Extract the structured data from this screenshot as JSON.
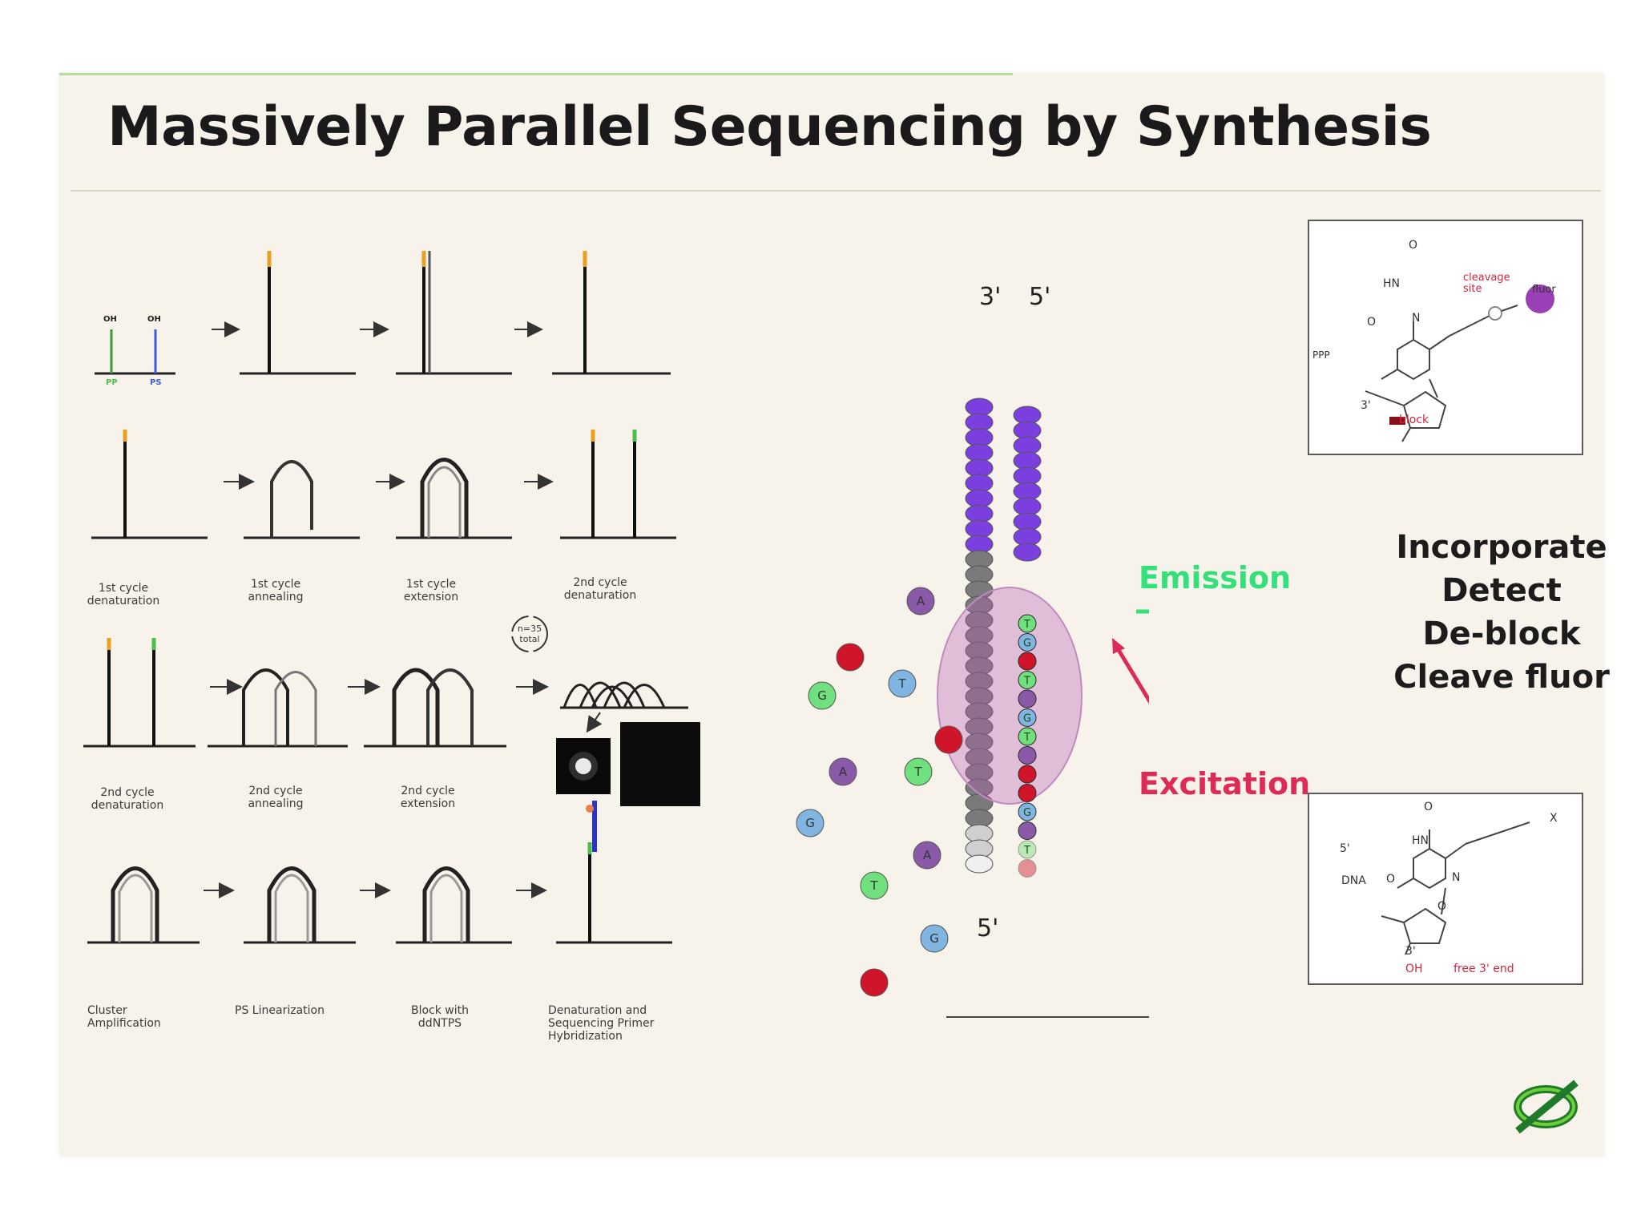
{
  "title": "Massively Parallel Sequencing by Synthesis",
  "steps": [
    "Incorporate",
    "Detect",
    "De-block",
    "Cleave fluor"
  ],
  "primers": [
    "OH",
    "OH",
    "PP",
    "PS"
  ],
  "row2_labels": [
    "1st cycle\ndenaturation",
    "1st cycle\nannealing",
    "1st cycle\nextension",
    "2nd cycle\ndenaturation"
  ],
  "row3_labels": [
    "2nd cycle\ndenaturation",
    "2nd cycle\nannealing",
    "2nd cycle\nextension"
  ],
  "cycle_note": "n=35\ntotal",
  "row4_labels": [
    "Cluster\nAmplification",
    "PS Linearization",
    "Block with\nddNTPS",
    "Denaturation and\nSequencing Primer\nHybridization"
  ],
  "strand_labels": {
    "top_left": "3'",
    "top_right": "5'",
    "bottom": "5'"
  },
  "emission_label": "Emission",
  "excitation_label": "Excitation",
  "free_nucleotides": [
    "A",
    "T",
    "G",
    "A",
    "T",
    "G",
    "A",
    "T",
    "G"
  ],
  "template_bases": [
    "T",
    "G",
    "",
    "T",
    "",
    "G",
    "T",
    "",
    "",
    "",
    "G",
    "",
    "T",
    ""
  ],
  "chem_top": {
    "hn": "HN",
    "o_top": "O",
    "o_left": "O",
    "n": "N",
    "ppp": "PPP",
    "three_prime": "3'",
    "cleavage": "cleavage\nsite",
    "fluor": "fluor",
    "block": "block"
  },
  "chem_bottom": {
    "hn": "HN",
    "o_top": "O",
    "o_left": "O",
    "o_ring": "O",
    "n": "N",
    "x": "X",
    "five_prime": "5'",
    "dna": "DNA",
    "three_prime": "3'",
    "oh": "OH",
    "free_end": "free 3' end"
  },
  "colors": {
    "A": "#8a5aa8",
    "T": "#6fe07d",
    "G": "#7fb5e0",
    "C": "#d0152a",
    "purple": "#7b3fe0",
    "gray": "#7a7a7a",
    "emission": "#33e07a",
    "excitation": "#dd2b56"
  }
}
